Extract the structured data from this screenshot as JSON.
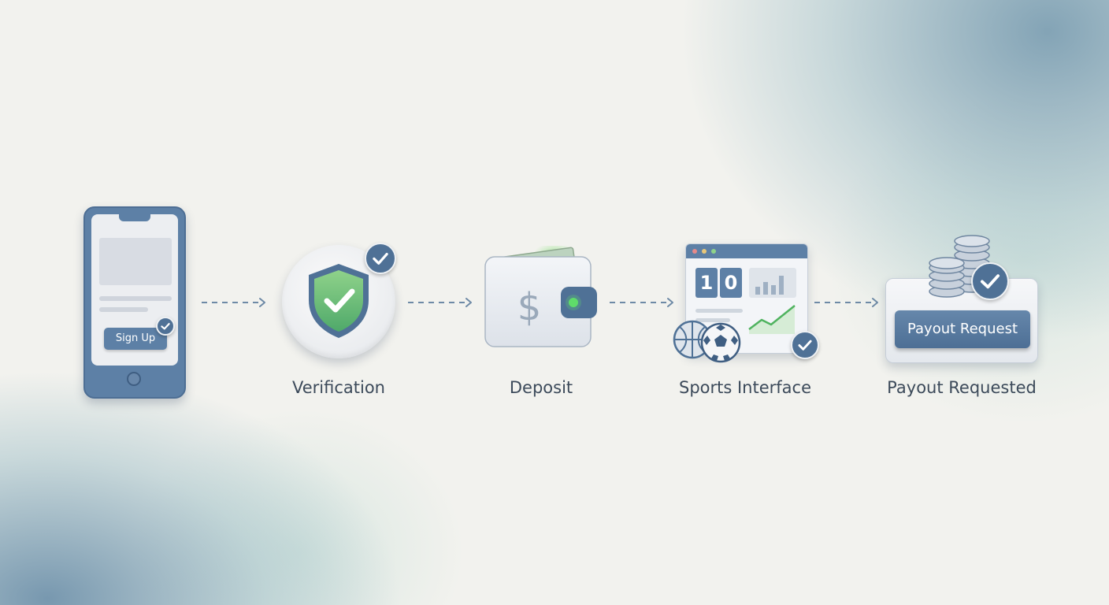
{
  "steps": [
    {
      "id": "signup",
      "label": "",
      "button_label": "Sign Up"
    },
    {
      "id": "verification",
      "label": "Verification"
    },
    {
      "id": "deposit",
      "label": "Deposit",
      "currency_symbol": "$"
    },
    {
      "id": "sports",
      "label": "Sports Interface",
      "score_left": "1",
      "score_right": "0"
    },
    {
      "id": "payout",
      "label": "Payout Requested",
      "button_label": "Payout Request"
    }
  ],
  "colors": {
    "primary": "#5d80a6",
    "accent_green": "#5fbf6a",
    "text": "#3c4a5a",
    "arrow": "#6e8aa6"
  },
  "icons": [
    "phone-icon",
    "shield-check-icon",
    "wallet-icon",
    "sports-dashboard-icon",
    "coin-stack-icon",
    "check-badge-icon",
    "arrow-right-icon"
  ]
}
